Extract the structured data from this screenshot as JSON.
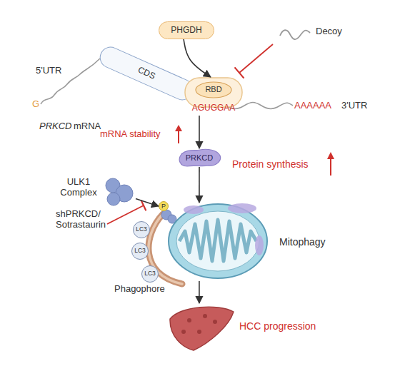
{
  "diagram": {
    "nodes": [
      {
        "text": [
          "PHGDH"
        ]
      },
      {
        "text": [
          "CDS"
        ]
      },
      {
        "text": [
          "RBD",
          "AGUGGAA"
        ]
      },
      {
        "text": [
          "PRKCD"
        ]
      },
      {
        "text": [
          "ULK1 Complex"
        ]
      },
      {
        "text": [
          "P"
        ]
      },
      {
        "text": [
          "LC3"
        ]
      },
      {
        "text": [
          "LC3"
        ]
      },
      {
        "text": [
          "LC3"
        ]
      },
      {
        "text": [
          "Mitophagy"
        ]
      },
      {
        "text": [
          "HCC progression"
        ]
      }
    ],
    "edges": [
      {
        "from": 0,
        "to": 2,
        "arrow": "to"
      },
      {
        "from": 2,
        "to": 3,
        "arrow": "to"
      },
      {
        "from": 3,
        "to": 9,
        "arrow": "to"
      },
      {
        "from": 4,
        "to": 5,
        "arrow": "to"
      },
      {
        "from": 9,
        "to": 10,
        "arrow": "to"
      }
    ],
    "labels": [
      "Decoy",
      "5'UTR",
      "G",
      "PRKCD",
      "mRNA",
      "AAAAAA",
      "3'UTR",
      "mRNA stability",
      "Protein synthesis",
      "shPRKCD/ Sotrastaurin",
      "Phagophore"
    ]
  }
}
